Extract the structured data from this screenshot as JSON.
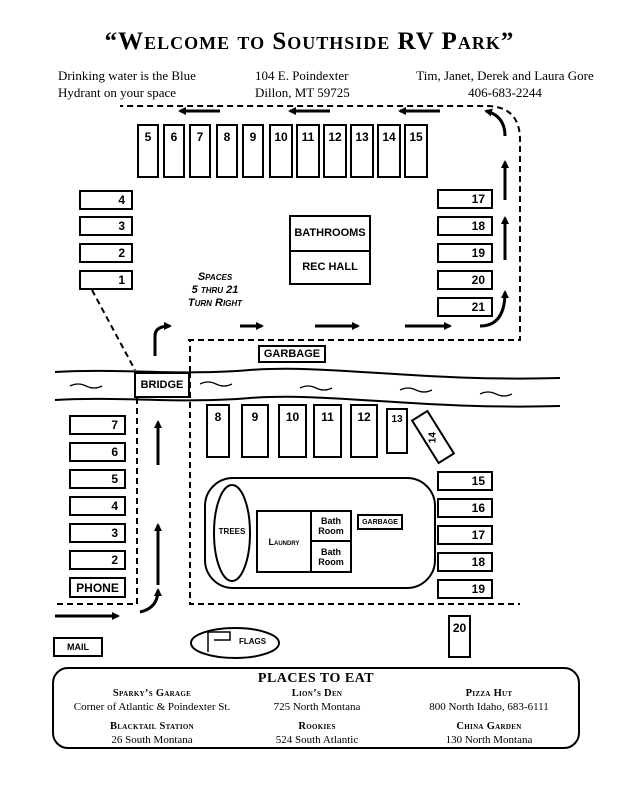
{
  "title": "“Welcome to Southside RV Park”",
  "header": {
    "left_line1": "Drinking water is the Blue",
    "left_line2": "Hydrant on your space",
    "center_line1": "104 E. Poindexter",
    "center_line2": "Dillon, MT  59725",
    "right_line1": "Tim, Janet, Derek and Laura Gore",
    "right_line2": "406-683-2244"
  },
  "upper_section": {
    "top_row_spaces": [
      "5",
      "6",
      "7",
      "8",
      "9",
      "10",
      "11",
      "12",
      "13",
      "14",
      "15"
    ],
    "left_spaces": [
      "4",
      "3",
      "2",
      "1"
    ],
    "right_spaces": [
      "17",
      "18",
      "19",
      "20",
      "21"
    ],
    "bathrooms": "BATHROOMS",
    "rec_hall": "REC HALL",
    "note_line1": "Spaces",
    "note_line2": "5 thru 21",
    "note_line3": "Turn Right"
  },
  "garbage_label": "GARBAGE",
  "bridge_label": "BRIDGE",
  "lower_section": {
    "left_spaces": [
      "7",
      "6",
      "5",
      "4",
      "3",
      "2"
    ],
    "phone": "PHONE",
    "mail": "MAIL",
    "mid_row_spaces": [
      "8",
      "9",
      "10",
      "11",
      "12"
    ],
    "space_13": "13",
    "space_14": "14",
    "right_spaces": [
      "15",
      "16",
      "17",
      "18",
      "19"
    ],
    "space_20": "20",
    "trees": "TREES",
    "laundry": "Laundry",
    "bath_room_1": "Bath Room",
    "bath_room_2": "Bath Room",
    "garbage_small": "GARBAGE",
    "flags": "FLAGS"
  },
  "places_to_eat": {
    "title": "PLACES TO EAT",
    "items": [
      {
        "name": "Sparky’s Garage",
        "address": "Corner of Atlantic & Poindexter St."
      },
      {
        "name": "Lion’s Den",
        "address": "725 North Montana"
      },
      {
        "name": "Pizza Hut",
        "address": "800 North Idaho, 683-6111"
      },
      {
        "name": "Blacktail Station",
        "address": "26 South Montana"
      },
      {
        "name": "Rookies",
        "address": "524 South Atlantic"
      },
      {
        "name": "China Garden",
        "address": "130 North Montana"
      }
    ]
  }
}
